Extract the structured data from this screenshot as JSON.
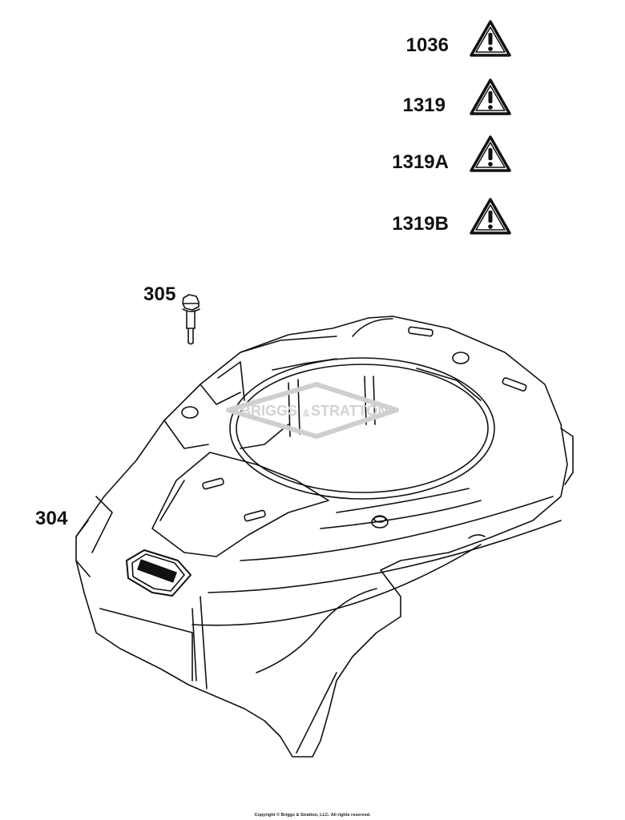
{
  "warnings": [
    {
      "code": "1036"
    },
    {
      "code": "1319"
    },
    {
      "code": "1319A"
    },
    {
      "code": "1319B"
    }
  ],
  "callouts": {
    "bolt": "305",
    "housing": "304"
  },
  "logo_text": {
    "left": "BRIGGS",
    "amp": "&",
    "right": "STRATTON"
  },
  "footer": {
    "copyright": "Copyright © Briggs & Stratton, LLC. All rights reserved."
  }
}
